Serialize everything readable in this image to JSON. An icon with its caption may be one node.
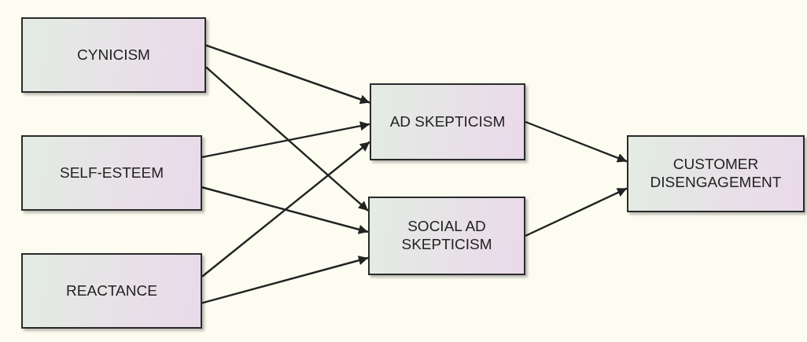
{
  "diagram": {
    "nodes": [
      {
        "text": [
          "CYNICISM"
        ]
      },
      {
        "text": [
          "SELF-ESTEEM"
        ]
      },
      {
        "text": [
          "REACTANCE"
        ]
      },
      {
        "text": [
          "AD SKEPTICISM"
        ]
      },
      {
        "text": [
          "SOCIAL AD SKEPTICISM"
        ]
      },
      {
        "text": [
          "CUSTOMER DISENGAGEMENT"
        ]
      }
    ],
    "edges": [
      {
        "from": 0,
        "to": 3,
        "arrow": "to"
      },
      {
        "from": 0,
        "to": 4,
        "arrow": "to"
      },
      {
        "from": 1,
        "to": 3,
        "arrow": "to"
      },
      {
        "from": 1,
        "to": 4,
        "arrow": "to"
      },
      {
        "from": 2,
        "to": 3,
        "arrow": "to"
      },
      {
        "from": 2,
        "to": 4,
        "arrow": "to"
      },
      {
        "from": 3,
        "to": 5,
        "arrow": "to"
      },
      {
        "from": 4,
        "to": 5,
        "arrow": "to"
      }
    ]
  }
}
